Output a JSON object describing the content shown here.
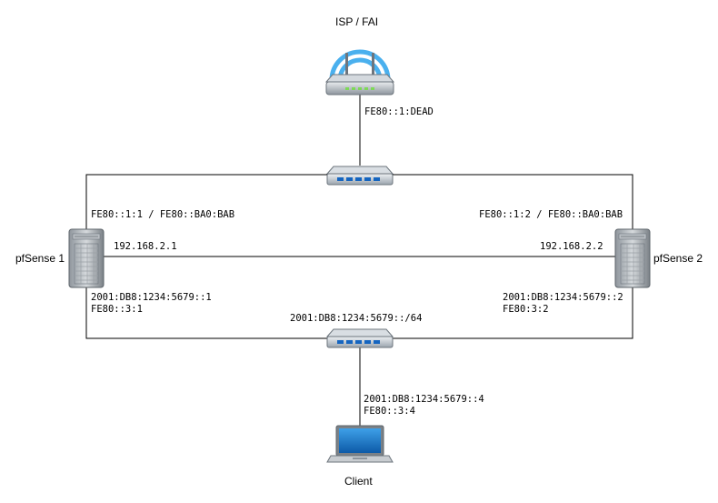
{
  "isp": {
    "label": "ISP / FAI",
    "address": "FE80::1:DEAD"
  },
  "pfsense1": {
    "label": "pfSense 1",
    "wan": "FE80::1:1 / FE80::BA0:BAB",
    "sync": "192.168.2.1",
    "lan_line1": "2001:DB8:1234:5679::1",
    "lan_line2": "FE80::3:1"
  },
  "pfsense2": {
    "label": "pfSense 2",
    "wan": "FE80::1:2 / FE80::BA0:BAB",
    "sync": "192.168.2.2",
    "lan_line1": "2001:DB8:1234:5679::2",
    "lan_line2": "FE80:3:2"
  },
  "lan_switch": {
    "prefix": "2001:DB8:1234:5679::/64"
  },
  "client": {
    "label": "Client",
    "addr_line1": "2001:DB8:1234:5679::4",
    "addr_line2": "FE80::3:4"
  },
  "icons": {
    "isp": "wireless-router-icon",
    "wan_switch": "network-switch-icon",
    "lan_switch": "network-switch-icon",
    "pfsense1": "server-tower-icon",
    "pfsense2": "server-tower-icon",
    "client": "laptop-icon"
  },
  "colors": {
    "line": "#000000",
    "router_arc": "#4ab0ee",
    "switch_led": "#1565c0"
  }
}
